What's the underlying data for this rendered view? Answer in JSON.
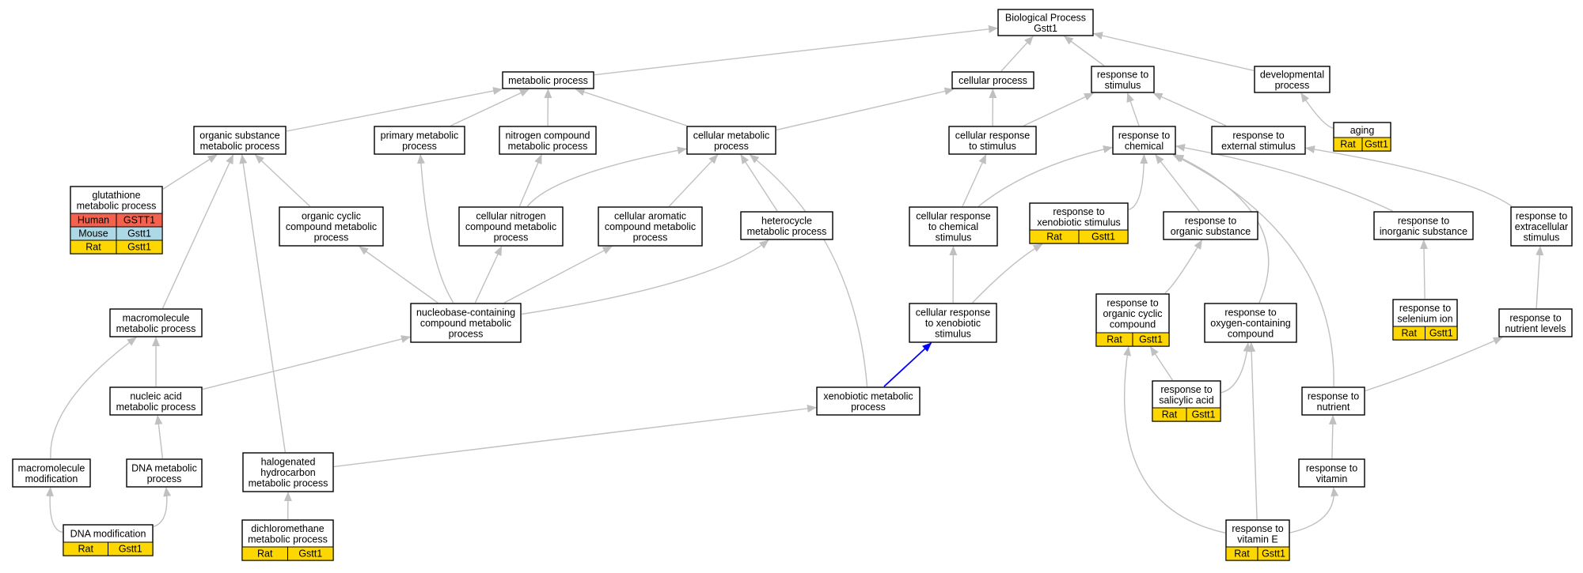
{
  "colors": {
    "edge": "#c0c0c0",
    "highlight_edge": "#0000ff",
    "human": "#f4624e",
    "mouse": "#add8e6",
    "rat": "#ffd700"
  },
  "nodes": {
    "bp": [
      "Biological Process",
      "Gstt1"
    ],
    "metabolic": [
      "metabolic process"
    ],
    "cellular_process": [
      "cellular process"
    ],
    "resp_stimulus": [
      "response to",
      "stimulus"
    ],
    "developmental": [
      "developmental",
      "process"
    ],
    "organic_substance_met": [
      "organic substance",
      "metabolic process"
    ],
    "primary_met": [
      "primary metabolic",
      "process"
    ],
    "nitrogen_compound_met": [
      "nitrogen compound",
      "metabolic process"
    ],
    "cellular_met": [
      "cellular metabolic",
      "process"
    ],
    "cellular_resp_stimulus": [
      "cellular response",
      "to stimulus"
    ],
    "resp_chemical": [
      "response to",
      "chemical"
    ],
    "resp_external": [
      "response to",
      "external stimulus"
    ],
    "aging": [
      "aging"
    ],
    "glutathione": [
      "glutathione",
      "metabolic process"
    ],
    "organic_cyclic_met": [
      "organic cyclic",
      "compound metabolic",
      "process"
    ],
    "cellular_nitrogen_met": [
      "cellular nitrogen",
      "compound metabolic",
      "process"
    ],
    "cellular_aromatic_met": [
      "cellular aromatic",
      "compound metabolic",
      "process"
    ],
    "heterocycle_met": [
      "heterocycle",
      "metabolic process"
    ],
    "cellular_resp_chemical": [
      "cellular response",
      "to chemical",
      "stimulus"
    ],
    "resp_xenobiotic": [
      "response to",
      "xenobiotic stimulus"
    ],
    "resp_organic_substance": [
      "response to",
      "organic substance"
    ],
    "resp_inorganic": [
      "response to",
      "inorganic substance"
    ],
    "resp_extracellular": [
      "response to",
      "extracellular",
      "stimulus"
    ],
    "macromolecule_met": [
      "macromolecule",
      "metabolic process"
    ],
    "nucleobase_met": [
      "nucleobase-containing",
      "compound metabolic",
      "process"
    ],
    "cellular_resp_xenobiotic": [
      "cellular response",
      "to xenobiotic",
      "stimulus"
    ],
    "resp_organic_cyclic": [
      "response to",
      "organic cyclic",
      "compound"
    ],
    "resp_oxygen": [
      "response to",
      "oxygen-containing",
      "compound"
    ],
    "resp_selenium": [
      "response to",
      "selenium ion"
    ],
    "resp_nutrient_levels": [
      "response to",
      "nutrient levels"
    ],
    "nucleic_acid_met": [
      "nucleic acid",
      "metabolic process"
    ],
    "xenobiotic_met": [
      "xenobiotic metabolic",
      "process"
    ],
    "resp_salicylic": [
      "response to",
      "salicylic acid"
    ],
    "resp_nutrient": [
      "response to",
      "nutrient"
    ],
    "macromolecule_mod": [
      "macromolecule",
      "modification"
    ],
    "dna_met": [
      "DNA metabolic",
      "process"
    ],
    "halogenated_met": [
      "halogenated",
      "hydrocarbon",
      "metabolic process"
    ],
    "resp_vitamin": [
      "response to",
      "vitamin"
    ],
    "dna_mod": [
      "DNA modification"
    ],
    "dichloromethane_met": [
      "dichloromethane",
      "metabolic process"
    ],
    "resp_vitamin_e": [
      "response to",
      "vitamin E"
    ]
  },
  "annotations": {
    "glutathione": [
      [
        "Human",
        "GSTT1"
      ],
      [
        "Mouse",
        "Gstt1"
      ],
      [
        "Rat",
        "Gstt1"
      ]
    ],
    "aging": [
      [
        "Rat",
        "Gstt1"
      ]
    ],
    "resp_xenobiotic": [
      [
        "Rat",
        "Gstt1"
      ]
    ],
    "resp_organic_cyclic": [
      [
        "Rat",
        "Gstt1"
      ]
    ],
    "resp_selenium": [
      [
        "Rat",
        "Gstt1"
      ]
    ],
    "resp_salicylic": [
      [
        "Rat",
        "Gstt1"
      ]
    ],
    "dna_mod": [
      [
        "Rat",
        "Gstt1"
      ]
    ],
    "dichloromethane_met": [
      [
        "Rat",
        "Gstt1"
      ]
    ],
    "resp_vitamin_e": [
      [
        "Rat",
        "Gstt1"
      ]
    ]
  }
}
